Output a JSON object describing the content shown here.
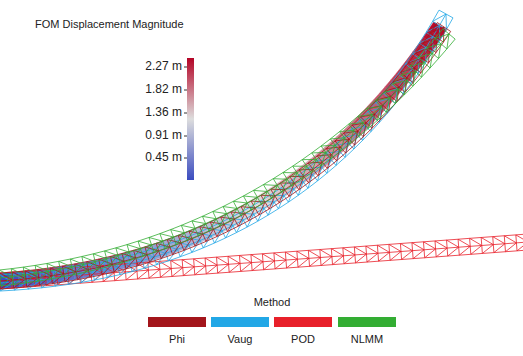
{
  "diagram": {
    "labels": [
      "FOM Displacement Magnitude",
      "2.27 m",
      "1.82 m",
      "1.36 m",
      "0.91 m",
      "0.45 m",
      "Method"
    ],
    "legend": [
      {
        "text": "Phi",
        "color": "#a3151b"
      },
      {
        "text": "Vaug",
        "color": "#22a7e6"
      },
      {
        "text": "POD",
        "color": "#e8202a"
      },
      {
        "text": "NLMM",
        "color": "#33ad33"
      }
    ]
  }
}
